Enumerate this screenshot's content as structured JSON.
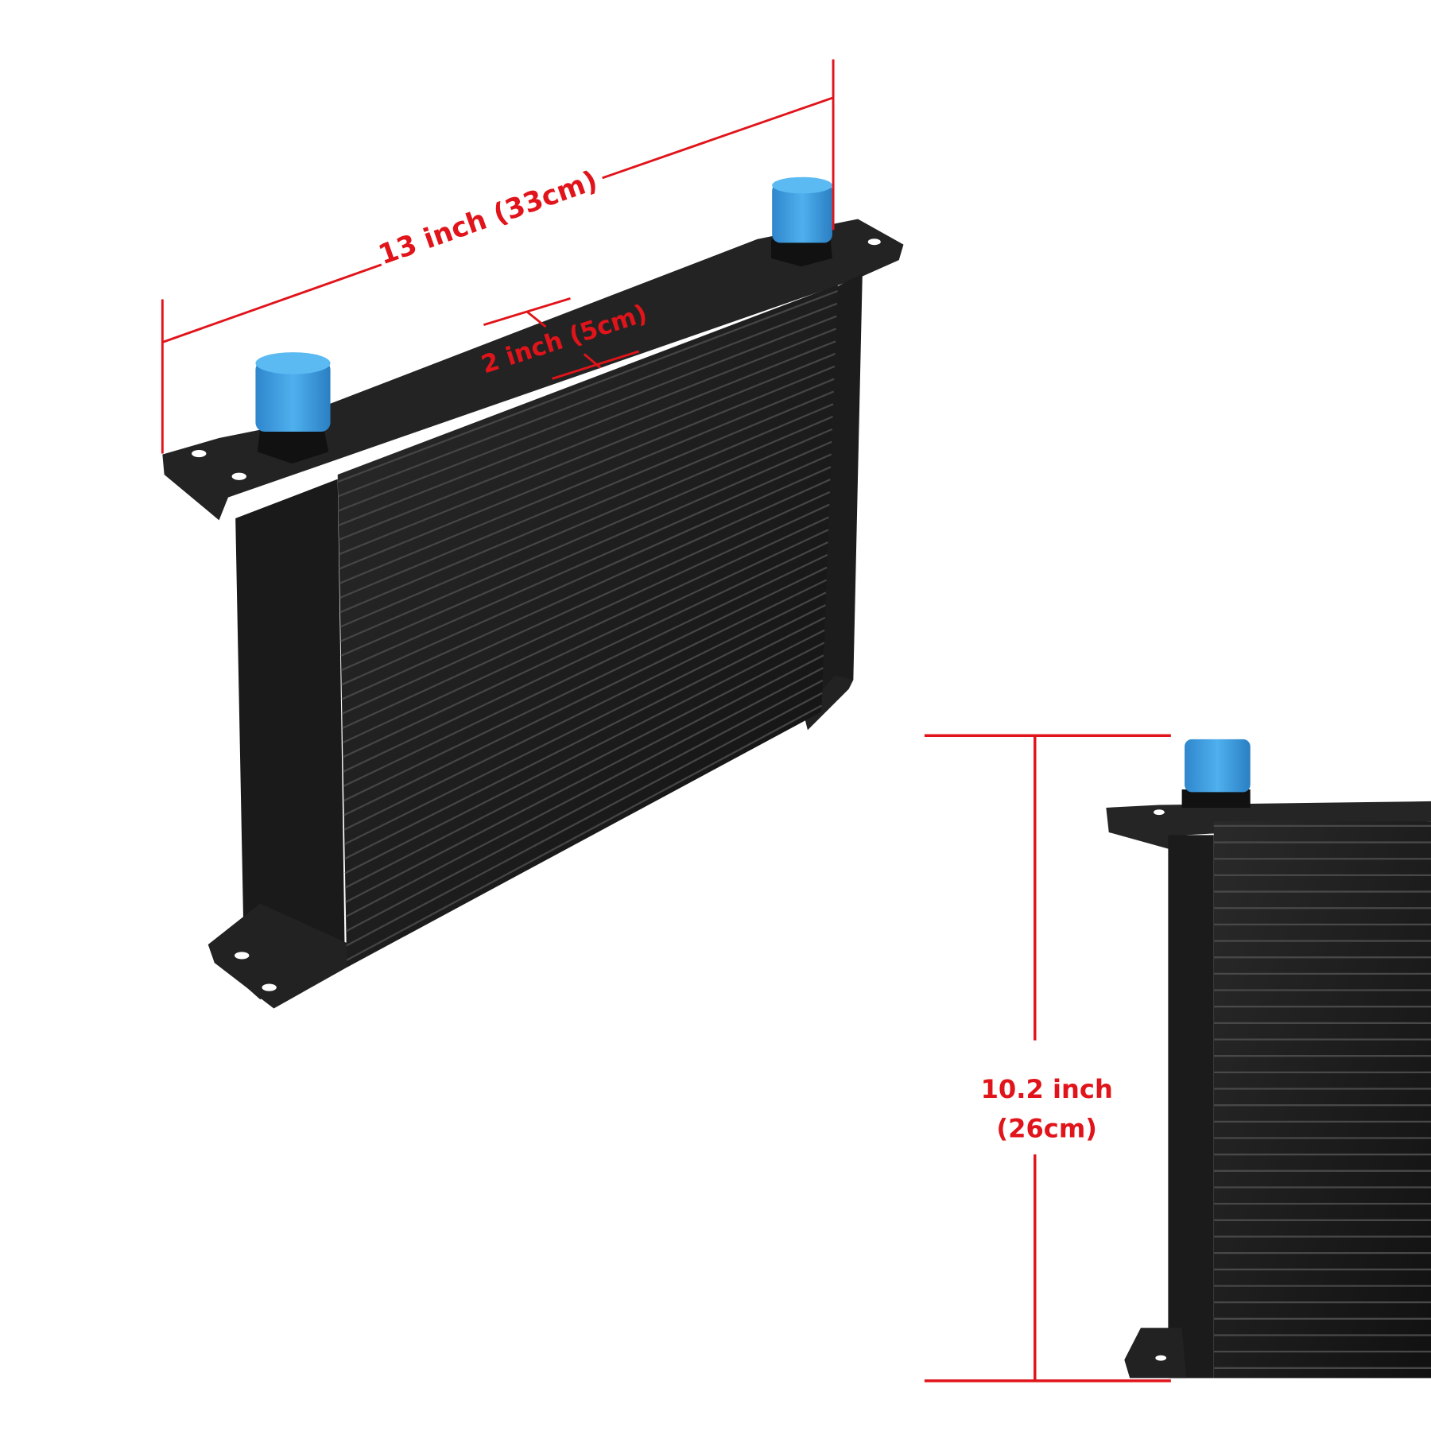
{
  "colors": {
    "dimension_line": "#e0141a",
    "cooler_body": "#1e1e1e",
    "cap": "#3a9ee0",
    "background": "#ffffff"
  },
  "dimensions": {
    "width_label": "13 inch (33cm)",
    "depth_label": "2 inch (5cm)",
    "height_label_line1": "10.2 inch",
    "height_label_line2": "(26cm)"
  }
}
